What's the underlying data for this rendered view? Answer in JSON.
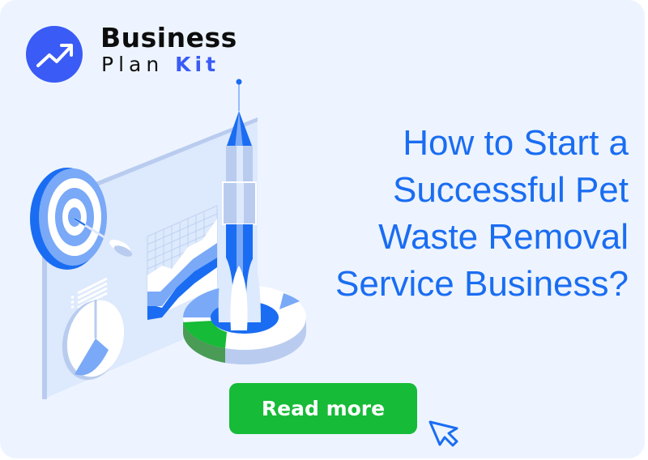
{
  "brand": {
    "name_line1": "Business",
    "name_line2_part1": "Plan ",
    "name_line2_part2": "Kit",
    "logo_icon": "trend-up-arrow-icon",
    "accent_color": "#3a5bf5"
  },
  "headline": {
    "lines": [
      "How to Start a",
      "Successful Pet",
      "Waste Removal",
      "Service Business?"
    ],
    "color": "#1a6df2"
  },
  "cta": {
    "label": "Read more",
    "color": "#16bb37"
  },
  "decor": {
    "cursor_icon": "mouse-pointer-icon",
    "illustration": "rocket-launch-with-target-charts"
  },
  "background_color": "#edf4ff"
}
